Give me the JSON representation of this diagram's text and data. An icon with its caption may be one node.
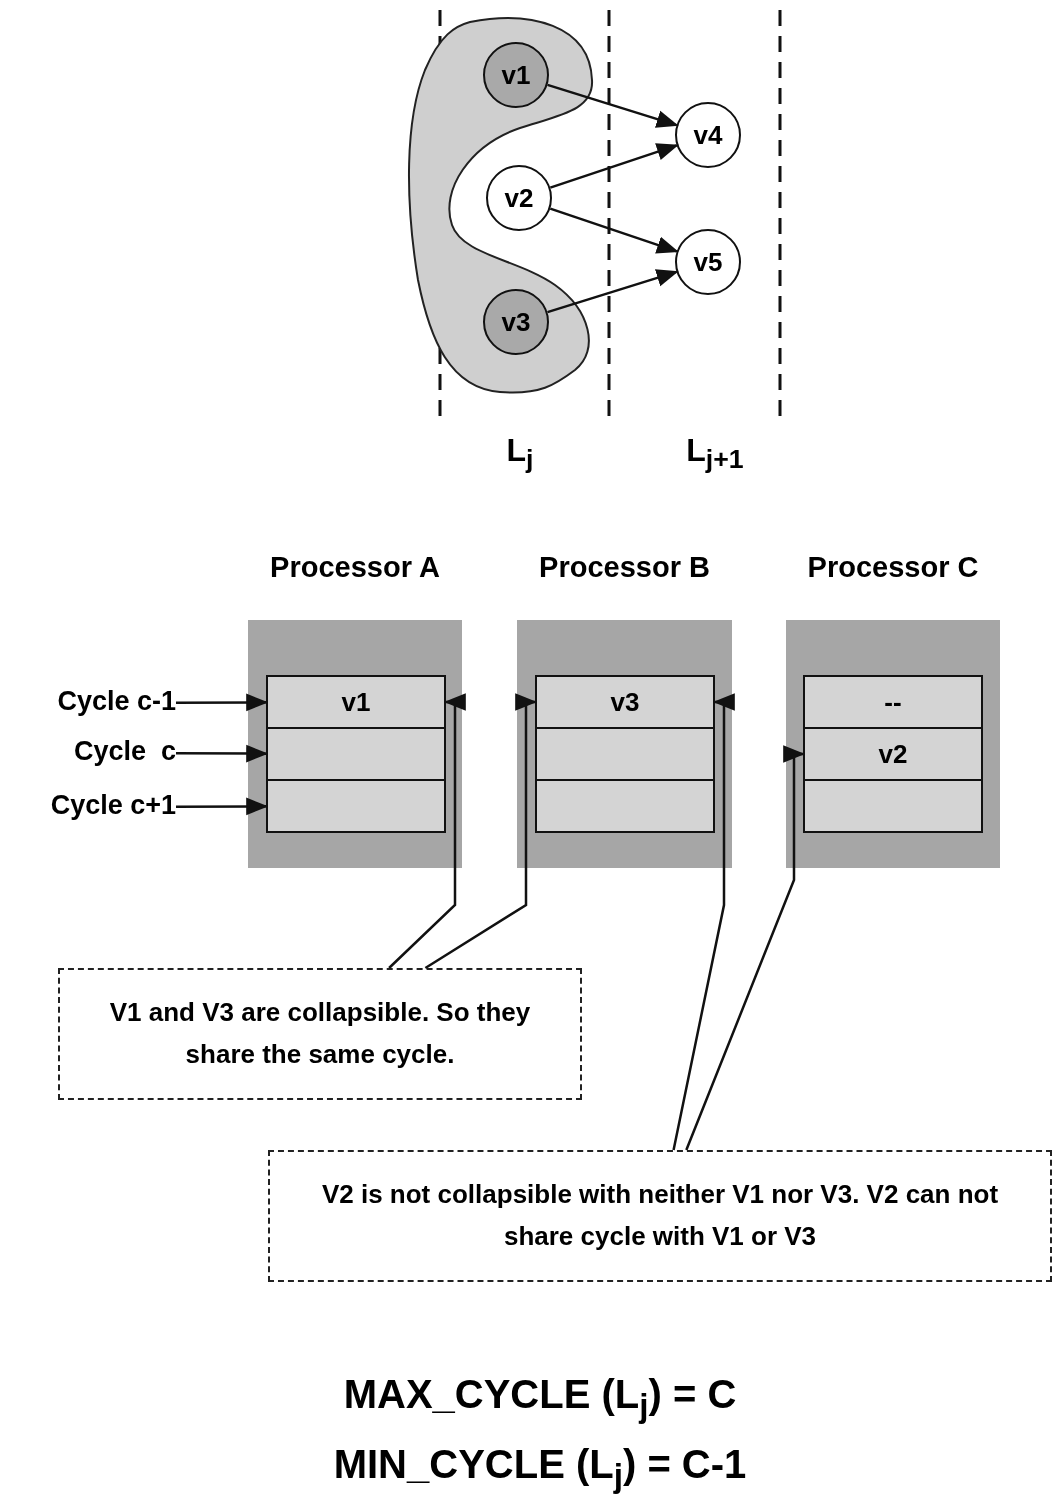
{
  "diagram": {
    "nodes": [
      {
        "text": [],
        "shape": "cloud"
      },
      {
        "text": [
          "v1"
        ],
        "in": 0
      },
      {
        "text": [
          "v2"
        ]
      },
      {
        "text": [
          "v3"
        ],
        "in": 0
      },
      {
        "text": [
          "v4"
        ]
      },
      {
        "text": [
          "v5"
        ]
      },
      {
        "text": [
          "Processor A"
        ]
      },
      {
        "text": [
          "v1"
        ],
        "in": 6
      },
      {
        "text": [],
        "shape": "box",
        "in": 6
      },
      {
        "text": [],
        "shape": "box",
        "in": 6
      },
      {
        "text": [
          "Processor B"
        ]
      },
      {
        "text": [
          "v3"
        ],
        "in": 10
      },
      {
        "text": [],
        "shape": "box",
        "in": 10
      },
      {
        "text": [],
        "shape": "box",
        "in": 10
      },
      {
        "text": [
          "Processor C"
        ]
      },
      {
        "text": [
          "--"
        ],
        "in": 14
      },
      {
        "text": [
          "v2"
        ],
        "in": 14
      },
      {
        "text": [],
        "shape": "box",
        "in": 14
      },
      {
        "text": [
          "Cycle c-1"
        ]
      },
      {
        "text": [
          "Cycle  c"
        ]
      },
      {
        "text": [
          "Cycle c+1"
        ]
      },
      {
        "text": [
          "V1 and V3 are collapsible. So they share the same cycle."
        ]
      },
      {
        "text": [
          "V2 is not collapsible with neither V1 nor V3. V2 can not share cycle with V1 or V3"
        ]
      }
    ],
    "edges": [
      {
        "from": 1,
        "to": 4,
        "arrow": "to"
      },
      {
        "from": 2,
        "to": 4,
        "arrow": "to"
      },
      {
        "from": 2,
        "to": 5,
        "arrow": "to"
      },
      {
        "from": 3,
        "to": 5,
        "arrow": "to"
      },
      {
        "from": 18,
        "to": 7,
        "arrow": "to"
      },
      {
        "from": 19,
        "to": 8,
        "arrow": "to"
      },
      {
        "from": 20,
        "to": 9,
        "arrow": "to"
      },
      {
        "from": 21,
        "to": 7,
        "arrow": "to"
      },
      {
        "from": 21,
        "to": 11,
        "arrow": "to"
      },
      {
        "from": 22,
        "to": 11,
        "arrow": "to"
      },
      {
        "from": 22,
        "to": 16,
        "arrow": "to"
      }
    ],
    "labels": [
      "L$_{j}$",
      "L$_{j+1}$",
      "MAX_CYCLE (L$_{j}$) = C",
      "MIN_CYCLE (L$_{j}$) = C-1"
    ]
  }
}
